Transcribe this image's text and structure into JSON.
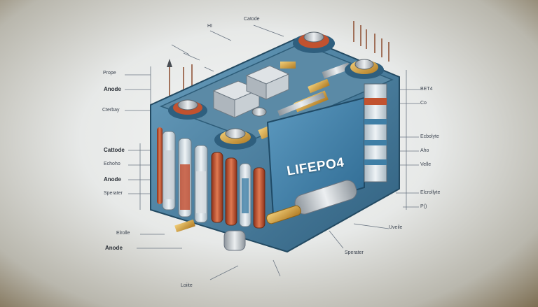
{
  "diagram": {
    "brand_label": "LIFEPO4",
    "labels": {
      "top_cathode": "Catode",
      "top_hi": "HI",
      "left_prope": "Prope",
      "left_anode_1": "Anode",
      "left_cterbay": "Cterbay",
      "left_cattode": "Cattode",
      "left_echoho": "Echoho",
      "left_anode_2": "Anode",
      "left_sperater": "Sperater",
      "bottom_elrolle": "Elrolle",
      "bottom_anode": "Anode",
      "bottom_loiite": "Loiite",
      "bottom_sperater": "Sperater",
      "right_uveile": "Uveile",
      "right_bet4": "BET4",
      "right_co": "Co",
      "right_ecbolyte": "Ecbolyte",
      "right_aho": "Aho",
      "right_velle": "Velle",
      "right_elcrollyte": "Elcrollyte",
      "right_pc": "P()"
    },
    "colors": {
      "case": "#4f86a8",
      "case_dark": "#2f5f7e",
      "panel": "#3f7fa6",
      "copper": "#c1522f",
      "gold": "#d9a441",
      "silver": "#c8ccd0"
    }
  }
}
